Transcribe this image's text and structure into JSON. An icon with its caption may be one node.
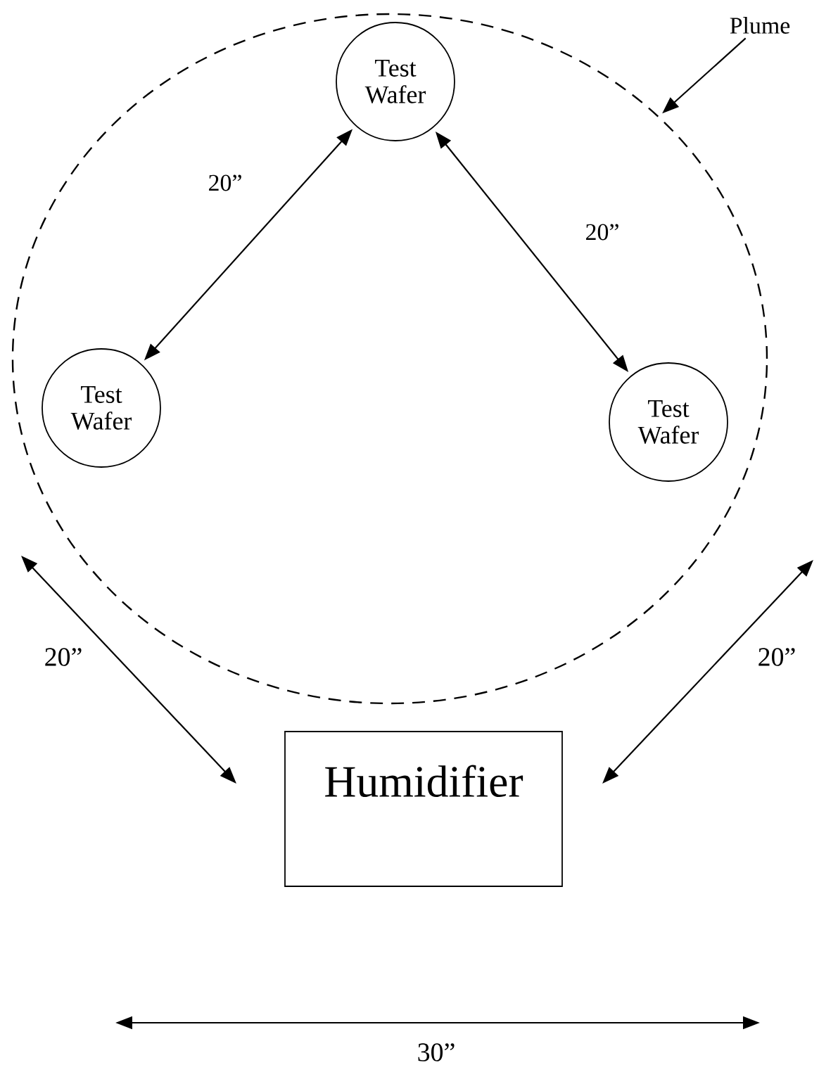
{
  "diagram": {
    "nodes": [
      {
        "text": [],
        "shape": "ellipse"
      },
      {
        "text": [
          "Plume"
        ]
      },
      {
        "text": [
          "Test Wafer"
        ],
        "in": 0
      },
      {
        "text": [
          "Test Wafer"
        ],
        "in": 0
      },
      {
        "text": [
          "Test Wafer"
        ],
        "in": 0
      },
      {
        "text": [
          "Humidifier"
        ]
      }
    ],
    "edges": [
      {
        "from": 1,
        "to": 0,
        "arrow": "to"
      },
      {
        "from": 2,
        "to": 3,
        "arrow": "both",
        "label": "20”"
      },
      {
        "from": 2,
        "to": 4,
        "arrow": "both",
        "label": "20”"
      }
    ],
    "labels": [
      "20”",
      "20”",
      "30”"
    ]
  }
}
